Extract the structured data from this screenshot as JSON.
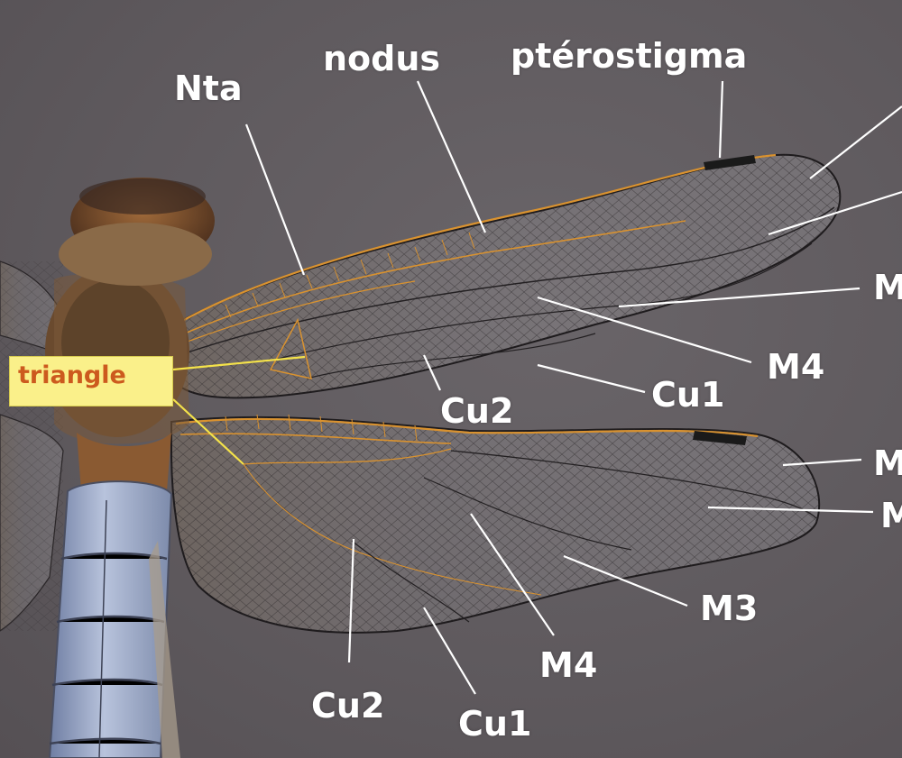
{
  "labels": {
    "nodus": "nodus",
    "pterostigma": "ptérostigma",
    "nta": "Nta",
    "triangle": "triangle",
    "m4_fore": "M4",
    "cu1_fore": "Cu1",
    "cu2_fore": "Cu2",
    "m_fore_partial": "M",
    "m_hind_partial_1": "M",
    "m_hind_partial_2": "M",
    "m3_hind": "M3",
    "m4_hind": "M4",
    "cu2_hind": "Cu2",
    "cu1_hind": "Cu1"
  },
  "colors": {
    "background": "#5f5a5e",
    "label_text": "#ffffff",
    "leader_line": "#ffffff",
    "triangle_box": "#faf08a",
    "triangle_text": "#cc5a1e",
    "triangle_leader": "#f4e24a",
    "wing_vein": "#d9922f",
    "pterostigma": "#1a1a1a",
    "abdomen": "#93a2c4"
  }
}
